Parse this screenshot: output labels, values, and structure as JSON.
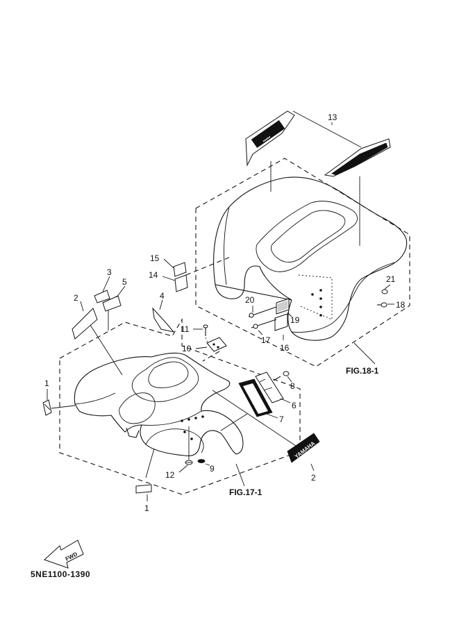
{
  "diagram": {
    "part_number": "5NE1100-1390",
    "figure_refs": {
      "front": "FIG.17-1",
      "rear": "FIG.18-1"
    },
    "callouts": {
      "c1a": "1",
      "c1b": "1",
      "c2a": "2",
      "c2b": "2",
      "c3": "3",
      "c4": "4",
      "c5": "5",
      "c6": "6",
      "c7": "7",
      "c8": "8",
      "c9": "9",
      "c10": "10",
      "c11": "11",
      "c12": "12",
      "c13": "13",
      "c14": "14",
      "c15": "15",
      "c16": "16",
      "c17": "17",
      "c18": "18",
      "c19": "19",
      "c20": "20",
      "c21": "21"
    },
    "decals": {
      "brand": "YAMAHA",
      "fwd_arrow": "FWD"
    },
    "icons": {
      "fwd": "forward-arrow-icon"
    }
  }
}
